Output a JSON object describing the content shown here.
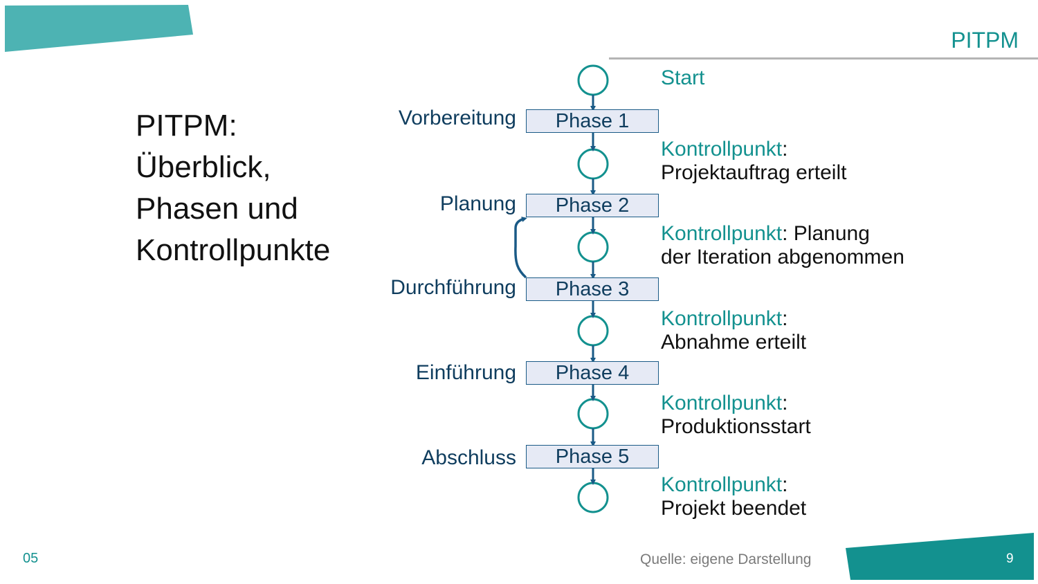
{
  "header": {
    "brand": "PITPM"
  },
  "title_lines": [
    "PITPM:",
    "Überblick,",
    "Phasen und",
    "Kontrollpunkte"
  ],
  "start_label": "Start",
  "phases": [
    {
      "label": "Vorbereitung",
      "name": "Phase 1"
    },
    {
      "label": "Planung",
      "name": "Phase 2"
    },
    {
      "label": "Durchführung",
      "name": "Phase 3"
    },
    {
      "label": "Einführung",
      "name": "Phase 4"
    },
    {
      "label": "Abschluss",
      "name": "Phase 5"
    }
  ],
  "checkpoints": [
    {
      "keyword": "Kontrollpunkt",
      "line1_rest": "",
      "line2": "Projektauftrag erteilt"
    },
    {
      "keyword": "Kontrollpunkt",
      "line1_rest": " Planung",
      "line2": "der Iteration abgenommen"
    },
    {
      "keyword": "Kontrollpunkt",
      "line1_rest": "",
      "line2": "Abnahme erteilt"
    },
    {
      "keyword": "Kontrollpunkt",
      "line1_rest": "",
      "line2": "Produktionsstart"
    },
    {
      "keyword": "Kontrollpunkt",
      "line1_rest": "",
      "line2": "Projekt beendet"
    }
  ],
  "footer": {
    "section": "05",
    "source": "Quelle: eigene Darstellung",
    "page": "9"
  },
  "colors": {
    "teal": "#13918f",
    "teal_light": "#4db3b3",
    "navy": "#0f3d5e",
    "box_fill": "#e6eaf5",
    "arrow": "#1a5a86"
  }
}
